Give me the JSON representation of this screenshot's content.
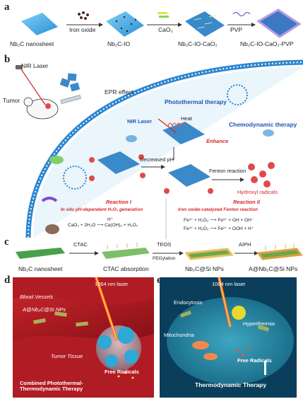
{
  "panels": {
    "a": {
      "label": "a",
      "items": [
        "Nb₂C nanosheet",
        "Nb₂C-IO",
        "Nb₂C-IO-CaO₂",
        "Nb₂C-IO-CaO₂-PVP"
      ],
      "reagents": [
        "Iron oxide",
        "CaO₂",
        "PVP"
      ]
    },
    "b": {
      "label": "b",
      "nir_laser": "NIR Laser",
      "tumor": "Tumor",
      "epr_effect": "EPR effect",
      "photothermal_therapy": "Photothermal therapy",
      "chemodynamic_therapy": "Chemodynamic therapy",
      "heat": "Heat",
      "nir_laser_inner": "NIR Laser",
      "enhance": "Enhance",
      "decreased_ph": "Decreased pH",
      "fenton_reaction": "Fenton reaction",
      "hydroxyl_radicals": "Hydroxyl radicals",
      "reaction1_title": "Reaction I",
      "reaction1_desc": "In situ pH-dependent H₂O₂ generation",
      "reaction2_title": "Reaction II",
      "reaction2_desc": "Iron oxide-catalyzed Fenton reaction",
      "eq1": "CaO₂ + 2H₂O ⟶ Ca(OH)₂ + H₂O₂",
      "eq1_cond": "H⁺",
      "eq2": "Fe²⁺ + H₂O₂ ⟶ Fe³⁺ + OH + OH⁻",
      "eq3": "Fe³⁺ + H₂O₂ ⟶ Fe²⁺ + OOH + H⁺"
    },
    "c": {
      "label": "c",
      "items": [
        "Nb₂C nanosheet",
        "CTAC absorption",
        "Nb₂C@Si NPs",
        "A@Nb₂C@Si NPs"
      ],
      "reagents": [
        "CTAC",
        "TEOS",
        "PEGylation",
        "AIPH"
      ]
    },
    "d": {
      "label": "d",
      "laser": "1064 nm laser",
      "blood_vessels": "Blood Vessels",
      "np_label": "A@Nb₂C@Si NPs",
      "tumor_tissue": "Tumor Tissue",
      "free_radicals": "Free Radicals",
      "caption": "Combined Photothermal-Thermodynamic Therapy"
    },
    "e": {
      "label": "e",
      "laser": "1064 nm laser",
      "endocytosis": "Endocytosis",
      "hyperthermia": "Hyperthermia",
      "mitochondria": "Mitochondria",
      "free_radicals": "Free Radicals",
      "caption": "Thermodynamic Therapy"
    }
  }
}
